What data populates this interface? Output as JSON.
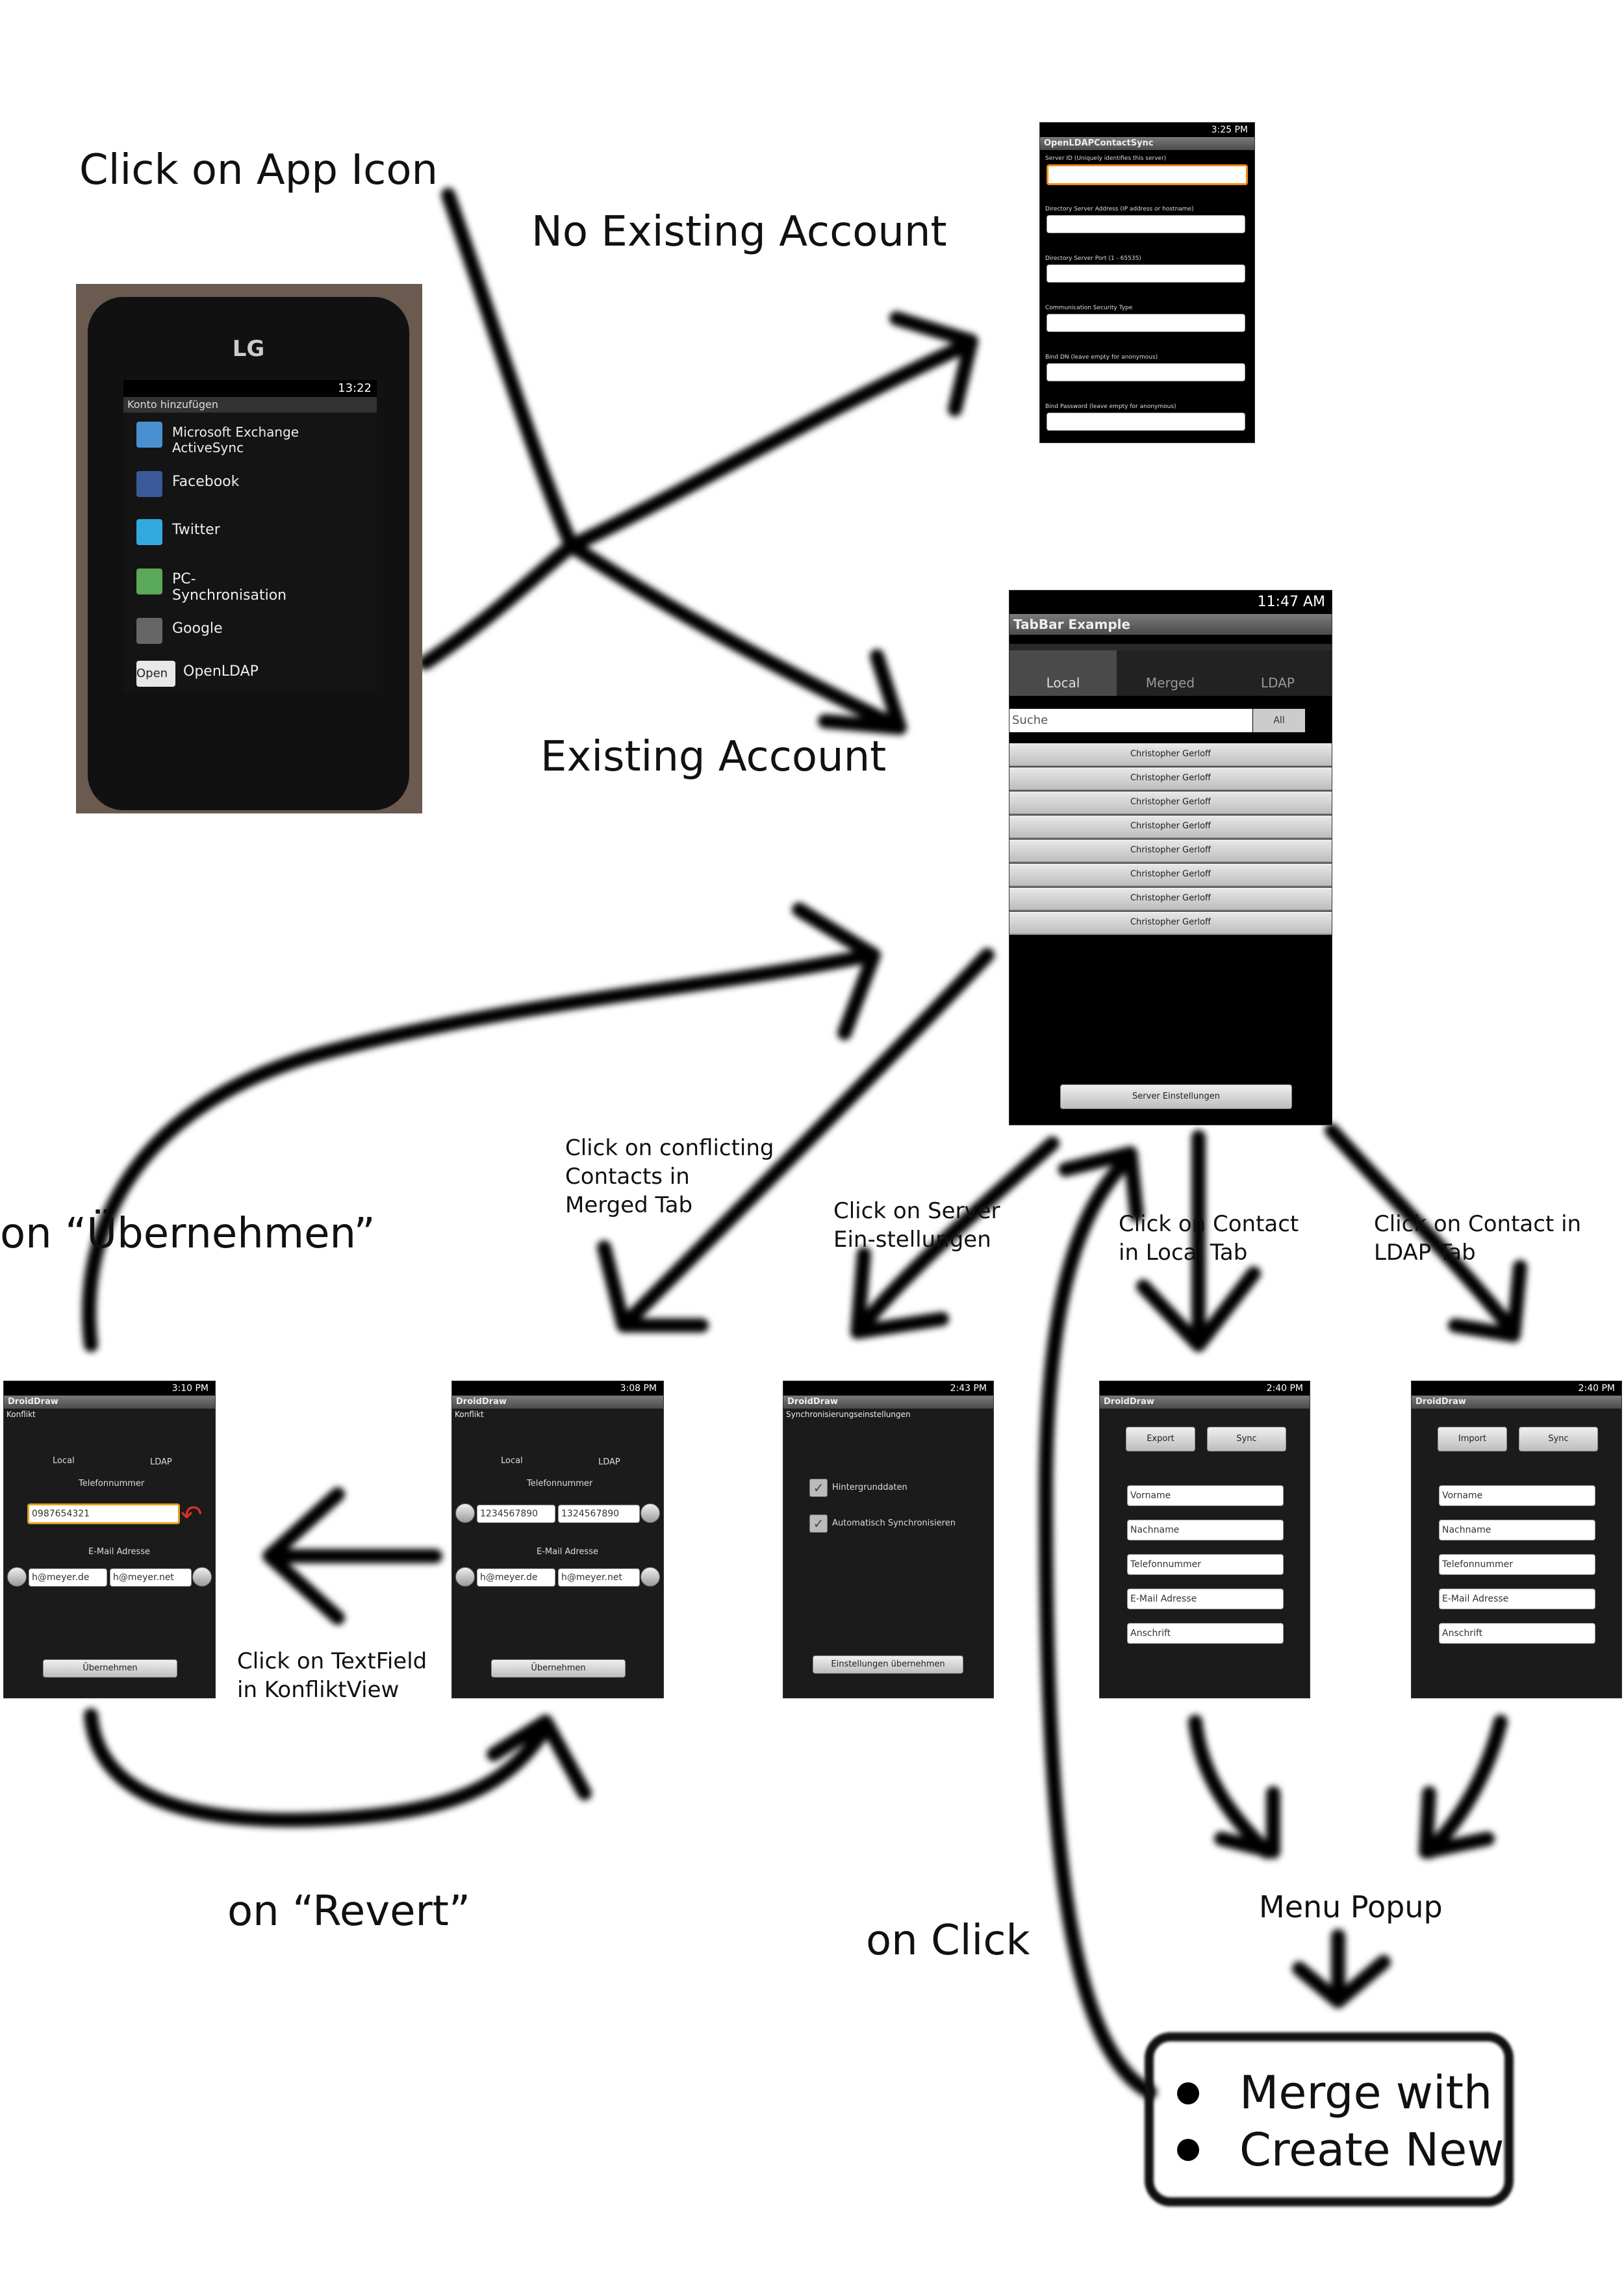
{
  "labels": {
    "click_app_icon": "Click on App Icon",
    "no_existing_account": "No Existing Account",
    "existing_account": "Existing Account",
    "on_uebernehmen": "on “Übernehmen”",
    "click_conflicting": "Click on conflicting Contacts in Merged Tab",
    "click_server": "Click on Server Ein-stellungen",
    "click_local": "Click on Contact in Local Tab",
    "click_ldap": "Click on Contact in LDAP Tab",
    "click_textfield": "Click on TextField in KonfliktView",
    "on_revert": "on “Revert”",
    "on_click": "on Click",
    "menu_popup": "Menu Popup"
  },
  "popup": {
    "items": [
      "Merge with",
      "Create New"
    ]
  },
  "phone": {
    "brand": "LG",
    "time": "13:22",
    "title": "Konto hinzufügen",
    "items": [
      {
        "label": "Microsoft Exchange ActiveSync",
        "color": "#4a8fd0"
      },
      {
        "label": "Facebook",
        "color": "#3b5998"
      },
      {
        "label": "Twitter",
        "color": "#33aadd"
      },
      {
        "label": "PC-Synchronisation",
        "color": "#5aa85a"
      },
      {
        "label": "Google",
        "color": "#666666"
      },
      {
        "label": "OpenLDAP",
        "color": "#e8e8e8"
      }
    ],
    "openldap_icon_text": "Open"
  },
  "server_form": {
    "time": "3:25 PM",
    "title": "OpenLDAPContactSync",
    "fields": [
      "Server ID (Uniquely identifies this server)",
      "Directory Server Address (IP address or hostname)",
      "Directory Server Port (1 - 65535)",
      "Communication Security Type",
      "Bind DN (leave empty for anonymous)",
      "Bind Password (leave empty for anonymous)"
    ]
  },
  "tab_screen": {
    "time": "11:47 AM",
    "title": "TabBar Example",
    "tabs": [
      "Local",
      "Merged",
      "LDAP"
    ],
    "search_placeholder": "Suche",
    "filter": "All",
    "rows": [
      "Christopher Gerloff",
      "Christopher Gerloff",
      "Christopher Gerloff",
      "Christopher Gerloff",
      "Christopher Gerloff",
      "Christopher Gerloff",
      "Christopher Gerloff",
      "Christopher Gerloff"
    ],
    "button": "Server Einstellungen"
  },
  "konflikt1": {
    "time": "3:10 PM",
    "app": "DroidDraw",
    "sub": "Konflikt",
    "local": "Local",
    "ldap": "LDAP",
    "phone_label": "Telefonnummer",
    "phone_value": "0987654321",
    "email_label": "E-Mail Adresse",
    "email_local": "h@meyer.de",
    "email_ldap": "h@meyer.net",
    "button": "Übernehmen"
  },
  "konflikt2": {
    "time": "3:08 PM",
    "app": "DroidDraw",
    "sub": "Konflikt",
    "local": "Local",
    "ldap": "LDAP",
    "phone_label": "Telefonnummer",
    "phone_local": "1234567890",
    "phone_ldap": "1324567890",
    "email_label": "E-Mail Adresse",
    "email_local": "h@meyer.de",
    "email_ldap": "h@meyer.net",
    "button": "Übernehmen"
  },
  "sync_screen": {
    "time": "2:43 PM",
    "app": "DroidDraw",
    "sub": "Synchronisierungseinstellungen",
    "check1": "Hintergrunddaten",
    "check2": "Automatisch Synchronisieren",
    "button": "Einstellungen übernehmen"
  },
  "local_contact": {
    "time": "2:40 PM",
    "app": "DroidDraw",
    "btn1": "Export",
    "btn2": "Sync",
    "fields": [
      "Vorname",
      "Nachname",
      "Telefonnummer",
      "E-Mail Adresse",
      "Anschrift"
    ]
  },
  "ldap_contact": {
    "time": "2:40 PM",
    "app": "DroidDraw",
    "btn1": "Import",
    "btn2": "Sync",
    "fields": [
      "Vorname",
      "Nachname",
      "Telefonnummer",
      "E-Mail Adresse",
      "Anschrift"
    ]
  }
}
